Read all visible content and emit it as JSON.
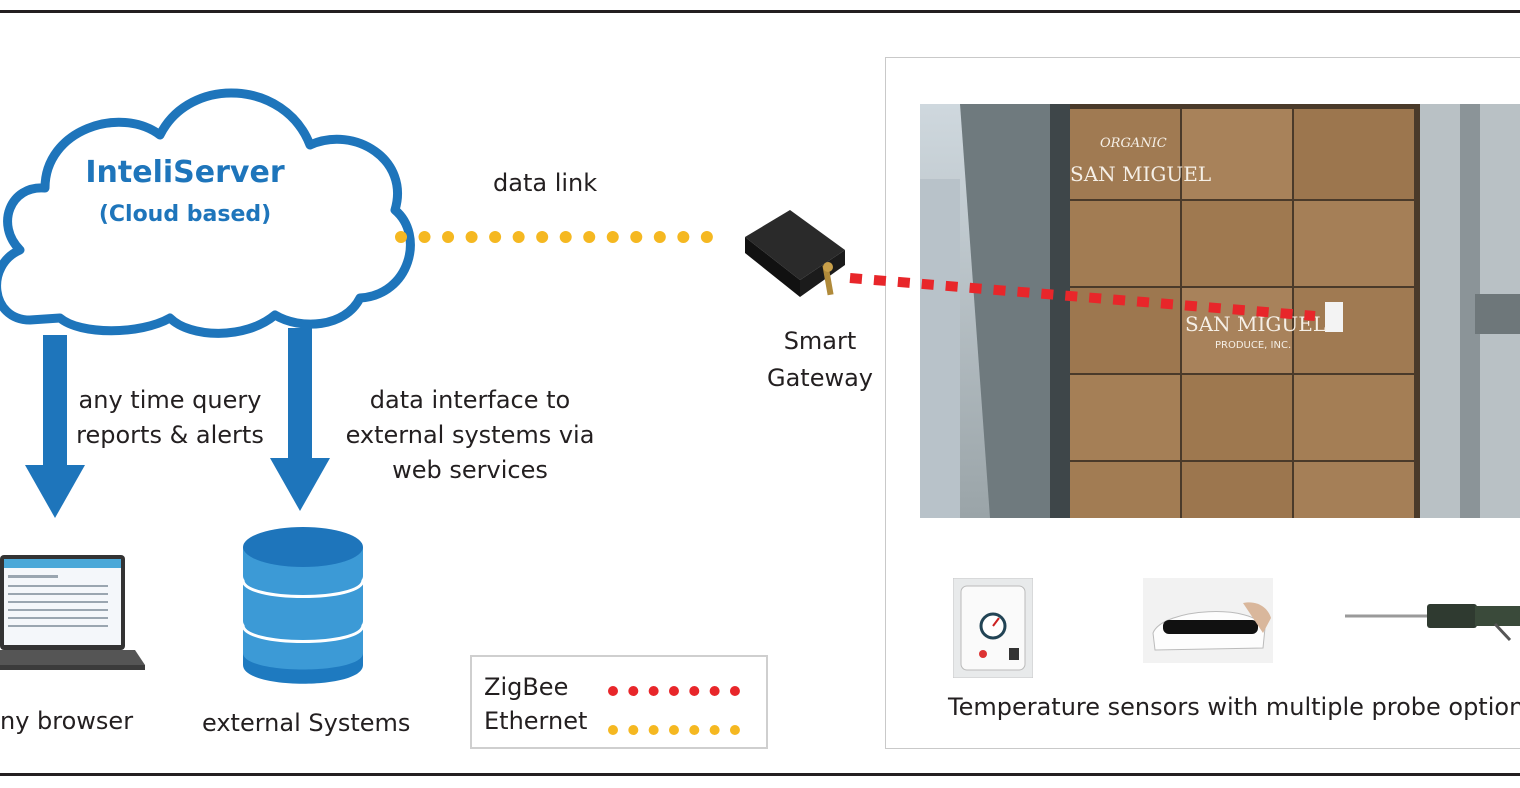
{
  "cloud": {
    "title": "InteliServer",
    "subtitle": "(Cloud based)"
  },
  "links": {
    "data_link": "data link"
  },
  "gateway": {
    "line1": "Smart",
    "line2": "Gateway"
  },
  "left_arrow": {
    "line1": "any time query",
    "line2": "reports & alerts"
  },
  "right_arrow": {
    "line1": "data interface to",
    "line2": "external systems via",
    "line3": "web services"
  },
  "bottom": {
    "browser": "ny browser",
    "systems": "external Systems"
  },
  "legend": {
    "zigbee": "ZigBee",
    "ethernet": "Ethernet"
  },
  "photo": {
    "box_brand": "SAN MIGUEL",
    "box_tag": "ORGANIC",
    "box_sub": "PRODUCE, INC.",
    "caption": "Temperature sensors with multiple probe option"
  },
  "colors": {
    "cloud_stroke": "#1e75bb",
    "cloud_text": "#1e75bb",
    "arrow": "#1e75bb",
    "ethernet": "#f5b821",
    "zigbee": "#e8262a"
  }
}
